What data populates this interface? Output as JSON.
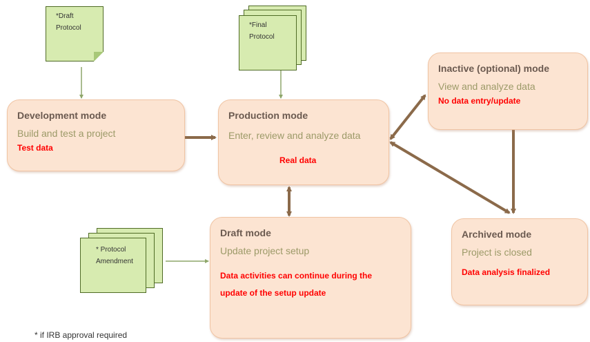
{
  "documents": {
    "draft_protocol": {
      "line1": "*Draft",
      "line2": "Protocol"
    },
    "final_protocol": {
      "line1": "*Final",
      "line2": "Protocol"
    },
    "protocol_amendment": {
      "line1": "* Protocol",
      "line2": "Amendment"
    }
  },
  "modes": {
    "development": {
      "title": "Development mode",
      "desc": "Build and test a project",
      "note": "Test data"
    },
    "production": {
      "title": "Production mode",
      "desc": "Enter, review and analyze data",
      "note": "Real data"
    },
    "inactive": {
      "title": "Inactive (optional) mode",
      "desc": "View and analyze data",
      "note": "No data entry/update"
    },
    "draft": {
      "title": "Draft mode",
      "desc": "Update project setup",
      "note": "Data activities can continue during the update of the setup update"
    },
    "archived": {
      "title": "Archived mode",
      "desc": "Project is closed",
      "note": "Data analysis finalized"
    }
  },
  "footnote": "* if IRB approval required",
  "colors": {
    "box_fill": "#fce4d2",
    "doc_fill": "#d7ebb0",
    "arrow": "#8b6a4a",
    "note_red": "#ff0000",
    "desc_olive": "#9c9a68",
    "title_brown": "#6b5a50"
  }
}
